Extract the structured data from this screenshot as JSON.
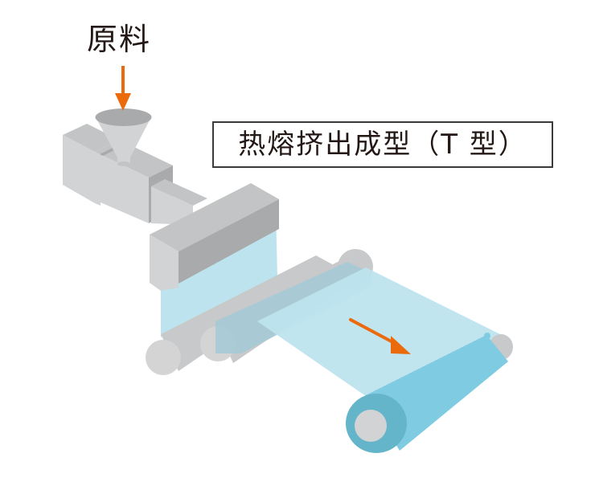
{
  "labels": {
    "raw_material": "原料",
    "process_title": "热熔挤出成型（T 型）"
  },
  "colors": {
    "arrow": "#EA6A0C",
    "machine_light": "#D2D3D4",
    "machine_mid": "#C3C4C5",
    "machine_dark": "#A9AAAB",
    "film_light": "#BDE4EE",
    "film_overlay": "#A3CAD7",
    "roll_blue": "#7FCBE2",
    "roll_blue_dark": "#64B5C9",
    "roller_gray": "#C8C9CA",
    "roller_end": "#D4D4D5",
    "text": "#231815",
    "border": "#3A3A3A"
  },
  "components": [
    {
      "id": "hopper",
      "name": "Hopper"
    },
    {
      "id": "extruder",
      "name": "Extruder"
    },
    {
      "id": "t-die",
      "name": "T-die"
    },
    {
      "id": "chill-rollers",
      "name": "Rollers"
    },
    {
      "id": "film",
      "name": "Film"
    },
    {
      "id": "take-up-roll",
      "name": "Take-up roll"
    }
  ],
  "arrows": [
    {
      "id": "feed-arrow",
      "direction": "down"
    },
    {
      "id": "flow-arrow",
      "direction": "down-right"
    }
  ]
}
